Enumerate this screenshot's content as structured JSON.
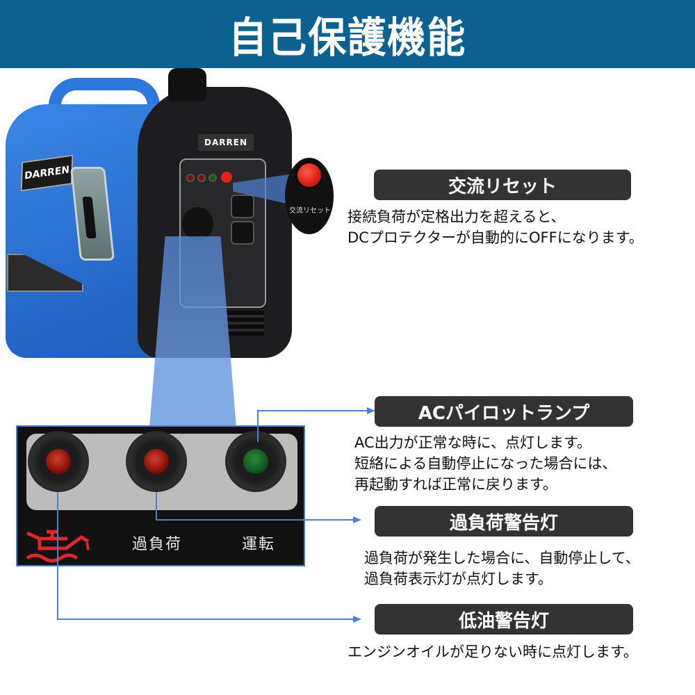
{
  "header": {
    "title": "自己保護機能",
    "background": "#0c6190"
  },
  "generator": {
    "brand_side": "DARREN",
    "brand_front": "DARREN",
    "body_color": "#2e78dc",
    "reset_closeup_label": "交流リセット"
  },
  "indicator_closeup": {
    "lamps": [
      {
        "name": "oil",
        "color": "red",
        "label_icon": "oil-can-icon"
      },
      {
        "name": "overload",
        "color": "red",
        "label": "過負荷"
      },
      {
        "name": "run",
        "color": "green",
        "label": "運転"
      }
    ]
  },
  "callouts": [
    {
      "id": "ac-reset",
      "title": "交流リセット",
      "desc": [
        "接続負荷が定格出力を超えると、",
        "DCプロテクターが自動的にOFFになります。"
      ]
    },
    {
      "id": "ac-pilot-lamp",
      "title": "ACパイロットランプ",
      "desc": [
        "AC出力が正常な時に、点灯します。",
        "短絡による自動停止になった場合には、",
        "再起動すれば正常に戻ります。"
      ]
    },
    {
      "id": "overload-warning",
      "title": "過負荷警告灯",
      "desc": [
        "過負荷が発生した場合に、自動停止して、",
        "過負荷表示灯が点灯します。"
      ]
    },
    {
      "id": "low-oil-warning",
      "title": "低油警告灯",
      "desc": [
        "エンジンオイルが足りない時に点灯します。"
      ]
    }
  ],
  "colors": {
    "tag_bg": "#333333",
    "connector": "#4f7fcf",
    "beam": "#6e9be1"
  }
}
